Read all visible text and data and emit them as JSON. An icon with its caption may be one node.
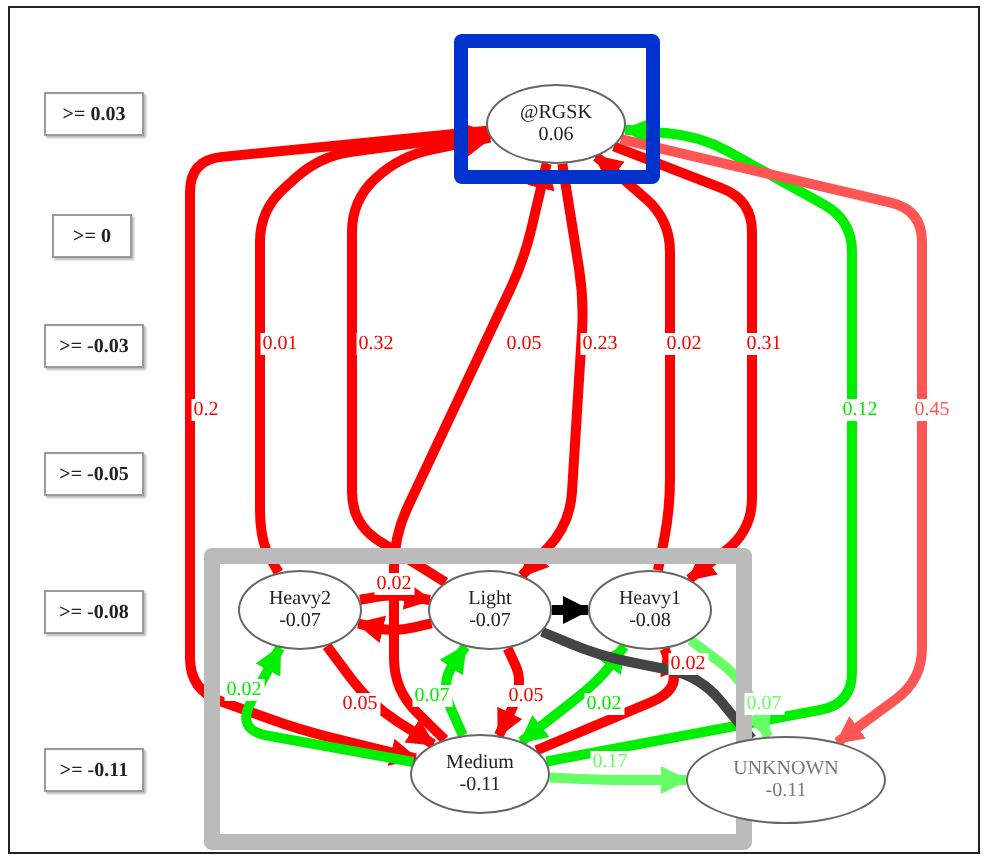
{
  "diagram": {
    "nodes": [
      {
        "text": [
          ">= 0.03"
        ]
      },
      {
        "text": [
          ">= 0"
        ]
      },
      {
        "text": [
          ">= -0.03"
        ]
      },
      {
        "text": [
          ">= -0.05"
        ]
      },
      {
        "text": [
          ">= -0.08"
        ]
      },
      {
        "text": [
          ">= -0.11"
        ]
      },
      {
        "text": [],
        "shape": "box"
      },
      {
        "text": [
          "@RGSK",
          "0.06"
        ],
        "in": 6
      },
      {
        "text": [],
        "shape": "box"
      },
      {
        "text": [
          "Heavy2",
          "-0.07"
        ],
        "in": 8
      },
      {
        "text": [
          "Light",
          "-0.07"
        ],
        "in": 8
      },
      {
        "text": [
          "Heavy1",
          "-0.08"
        ],
        "in": 8
      },
      {
        "text": [
          "Medium",
          "-0.11"
        ],
        "in": 8
      },
      {
        "text": [
          "UNKNOWN",
          "-0.11"
        ]
      }
    ],
    "edges": [
      {
        "from": 7,
        "to": 12,
        "arrow": "to",
        "label": "0.2"
      },
      {
        "from": 9,
        "to": 7,
        "arrow": "to",
        "label": "0.01"
      },
      {
        "from": 10,
        "to": 7,
        "arrow": "to",
        "label": "0.32"
      },
      {
        "from": 12,
        "to": 7,
        "arrow": "to",
        "label": "0.05"
      },
      {
        "from": 7,
        "to": 10,
        "arrow": "to",
        "label": "0.23"
      },
      {
        "from": 11,
        "to": 7,
        "arrow": "to",
        "label": "0.02"
      },
      {
        "from": 7,
        "to": 11,
        "arrow": "to",
        "label": "0.31"
      },
      {
        "from": 12,
        "to": 7,
        "arrow": "to",
        "label": "0.12",
        "color": "#00ee00"
      },
      {
        "from": 7,
        "to": 13,
        "arrow": "to",
        "label": "0.45",
        "color": "#ff5555"
      },
      {
        "from": 9,
        "to": 10,
        "arrow": "to",
        "label": "0.02"
      },
      {
        "from": 10,
        "to": 9,
        "arrow": "to"
      },
      {
        "from": 10,
        "to": 11,
        "arrow": "to",
        "color": "#000000"
      },
      {
        "from": 12,
        "to": 9,
        "arrow": "to",
        "label": "0.02",
        "color": "#00ee00"
      },
      {
        "from": 9,
        "to": 12,
        "arrow": "to",
        "label": "0.05"
      },
      {
        "from": 12,
        "to": 10,
        "arrow": "to",
        "label": "0.07",
        "color": "#00ee00"
      },
      {
        "from": 10,
        "to": 12,
        "arrow": "to",
        "label": "0.05"
      },
      {
        "from": 11,
        "to": 12,
        "arrow": "both",
        "label": "0.02",
        "color": "#00ee00"
      },
      {
        "from": 12,
        "to": 11,
        "arrow": "to",
        "label": "0.02"
      },
      {
        "from": 11,
        "to": 13,
        "arrow": "to",
        "label": "0.07",
        "color": "#66ff66"
      },
      {
        "from": 10,
        "to": 13,
        "arrow": "none",
        "color": "#444444"
      },
      {
        "from": 12,
        "to": 13,
        "arrow": "to",
        "label": "0.17",
        "color": "#66ff66"
      }
    ]
  }
}
